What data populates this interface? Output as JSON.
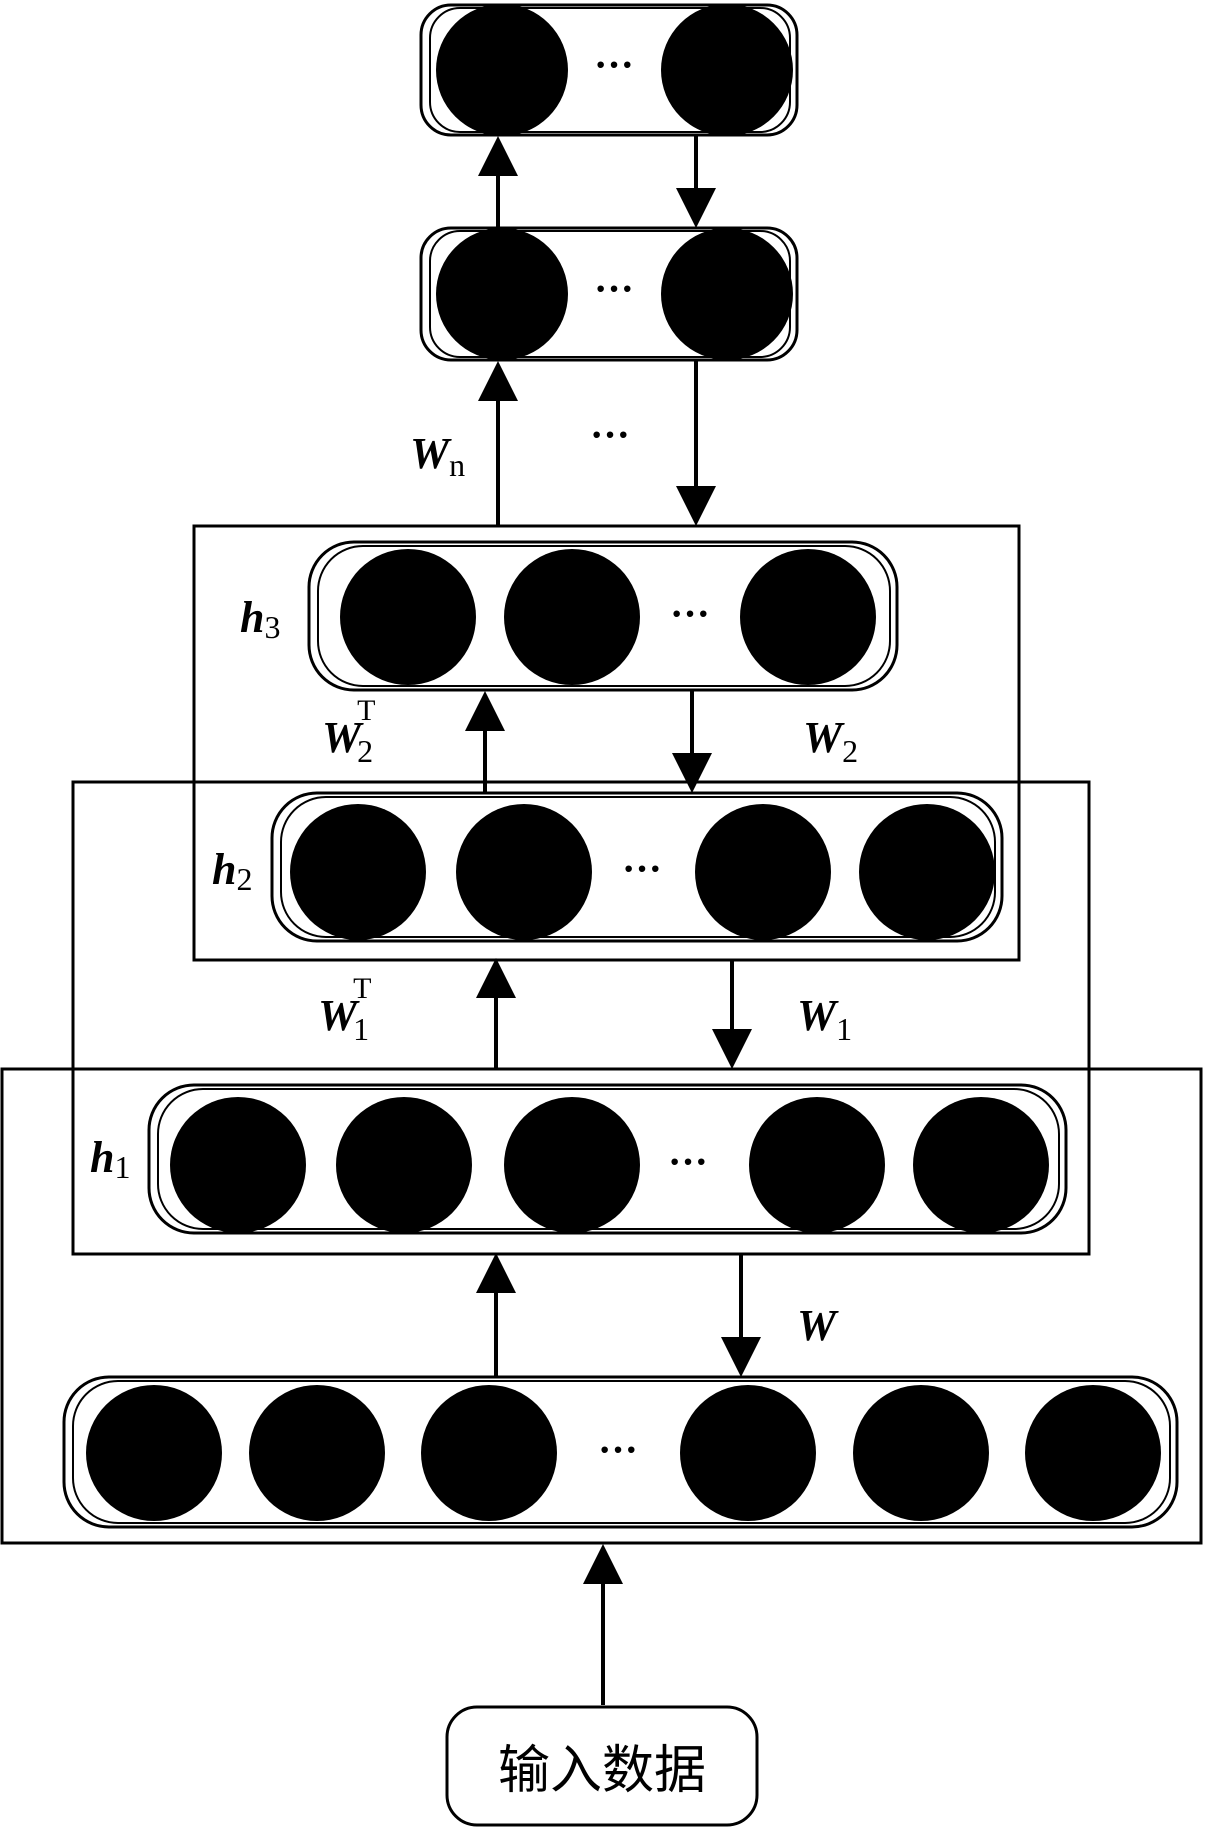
{
  "labels": {
    "h1": {
      "base": "h",
      "sub": "1"
    },
    "h2": {
      "base": "h",
      "sub": "2"
    },
    "h3": {
      "base": "h",
      "sub": "3"
    },
    "w": {
      "base": "W"
    },
    "w1": {
      "base": "W",
      "sub": "1"
    },
    "w1t": {
      "base": "W",
      "sub": "1",
      "sup": "T"
    },
    "w2": {
      "base": "W",
      "sub": "2"
    },
    "w2t": {
      "base": "W",
      "sub": "2",
      "sup": "T"
    },
    "wn": {
      "base": "W",
      "sub": "n"
    }
  },
  "ellipsis": "···",
  "input_box": "输入数据",
  "colors": {
    "stroke": "#000000",
    "node_fill": "#000000",
    "background": "#ffffff"
  }
}
